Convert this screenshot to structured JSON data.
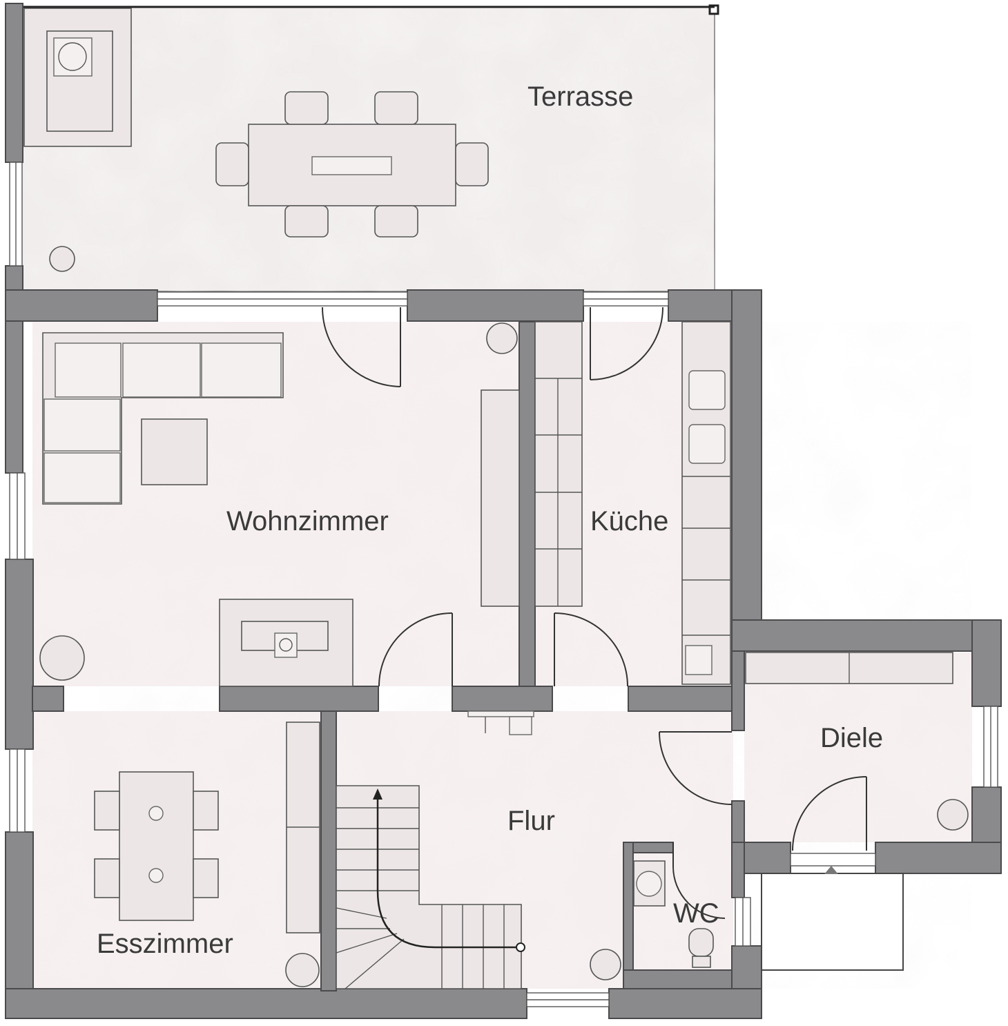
{
  "plan": {
    "rooms": [
      {
        "id": "terrasse",
        "label": "Terrasse"
      },
      {
        "id": "wohnzimmer",
        "label": "Wohnzimmer"
      },
      {
        "id": "kueche",
        "label": "Küche"
      },
      {
        "id": "diele",
        "label": "Diele"
      },
      {
        "id": "flur",
        "label": "Flur"
      },
      {
        "id": "esszimmer",
        "label": "Esszimmer"
      },
      {
        "id": "wc",
        "label": "WC"
      }
    ],
    "colors": {
      "wall": "#8a8a8c",
      "floor": "#f5eeee",
      "terrace": "#f0eeee",
      "furniture": "#ece7e6"
    }
  }
}
